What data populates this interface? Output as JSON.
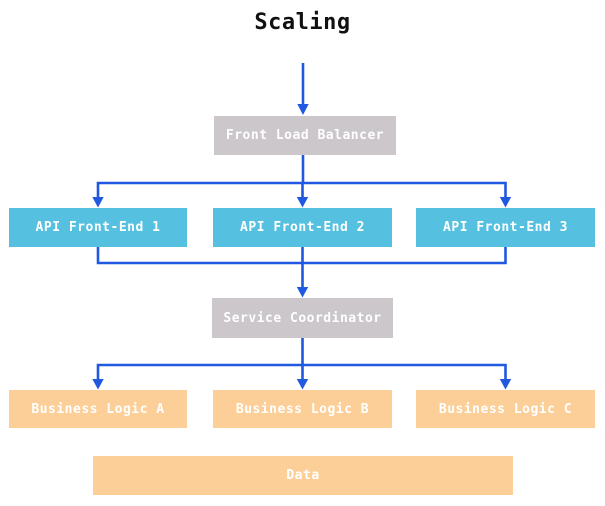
{
  "diagram": {
    "title": "Scaling",
    "nodes": {
      "front_load_balancer": "Front Load Balancer",
      "api_front_end_1": "API Front-End 1",
      "api_front_end_2": "API Front-End 2",
      "api_front_end_3": "API Front-End 3",
      "service_coordinator": "Service Coordinator",
      "business_logic_a": "Business Logic A",
      "business_logic_b": "Business Logic B",
      "business_logic_c": "Business Logic C",
      "data": "Data"
    },
    "colors": {
      "title_text": "#111111",
      "node_text": "#ffffff",
      "node_gray": "#cbc7cb",
      "node_cyan": "#55c0df",
      "node_orange": "#fdcf98",
      "arrow_blue": "#2058e0"
    }
  }
}
